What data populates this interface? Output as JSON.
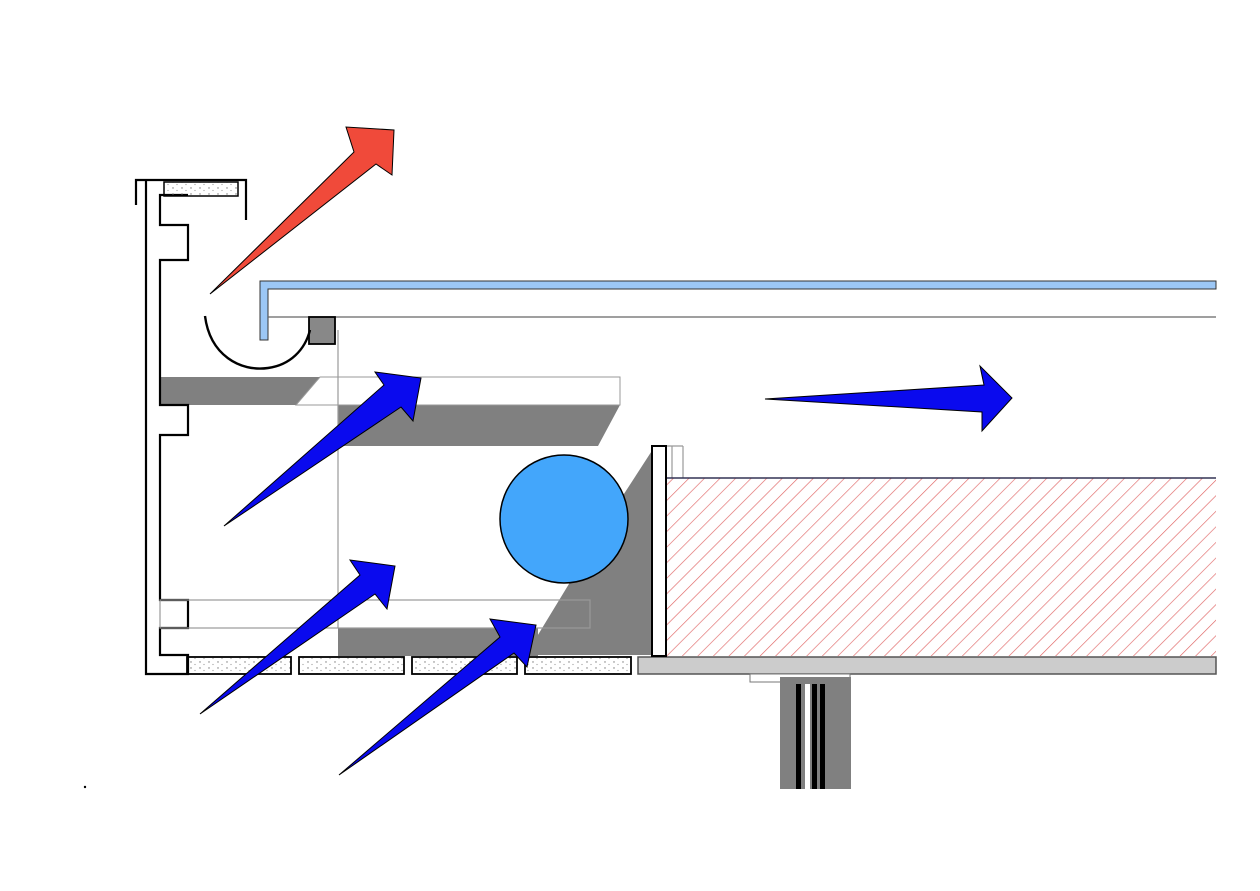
{
  "diagram": {
    "kind": "architectural-section",
    "text_labels": [],
    "colors": {
      "exhaust_arrow": "#f04a3a",
      "supply_arrow": "#0a0aee",
      "pipe": "#43a6fb",
      "panel_outline": "#6aaaf0",
      "insulation_hatch": "#e06666",
      "concrete": "#808080",
      "slab": "#cccccc",
      "outline": "#000000"
    },
    "icons": [
      "exhaust-arrow",
      "supply-arrow",
      "pipe-circle",
      "hatched-insulation",
      "support-column"
    ]
  }
}
